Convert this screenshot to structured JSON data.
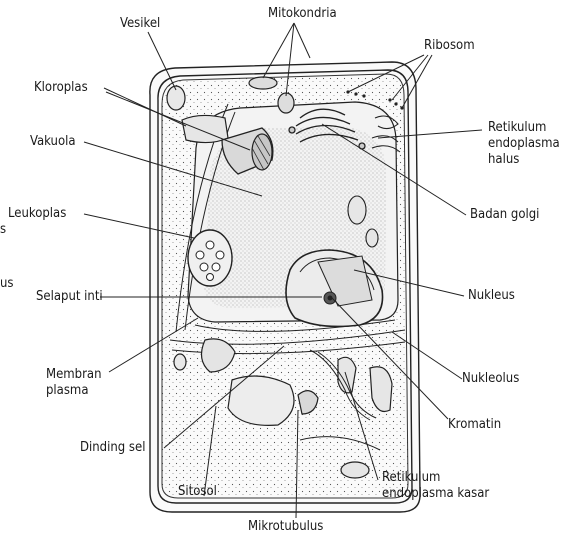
{
  "labels": {
    "vesikel": "Vesikel",
    "mitokondria": "Mitokondria",
    "ribosom": "Ribosom",
    "kloroplas": "Kloroplas",
    "vakuola": "Vakuola",
    "retikulum_halus": "Retikulum\nendoplasma\nhalus",
    "badan_golgi": "Badan golgi",
    "leukoplas": "Leukoplas",
    "nukleus": "Nukleus",
    "selaput_inti": "Selaput inti",
    "membran_plasma": "Membran\nplasma",
    "nukleolus": "Nukleolus",
    "kromatin": "Kromatin",
    "dinding_sel": "Dinding sel",
    "sitosol": "Sitosol",
    "retikulum_kasar": "Retikulum\nendoplasma kasar",
    "mikrotubulus": "Mikrotubulus",
    "cut_left_1": "s",
    "cut_left_2": "us"
  }
}
